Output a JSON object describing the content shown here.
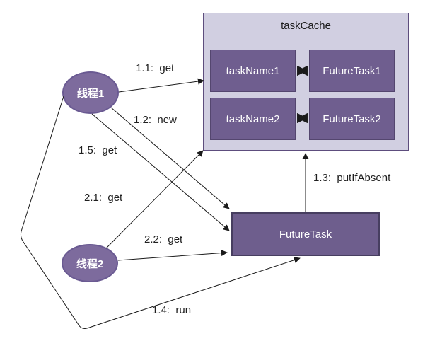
{
  "diagram": {
    "cache": {
      "title": "taskCache",
      "entries": [
        {
          "key": "taskName1",
          "value": "FutureTask1"
        },
        {
          "key": "taskName2",
          "value": "FutureTask2"
        }
      ]
    },
    "actors": [
      {
        "label": "线程1"
      },
      {
        "label": "线程2"
      }
    ],
    "future_task": {
      "label": "FutureTask"
    },
    "edges": [
      {
        "id": "1.1",
        "label": "1.1:  get",
        "from": "线程1",
        "to": "taskCache"
      },
      {
        "id": "1.2",
        "label": "1.2:  new",
        "from": "线程1",
        "to": "FutureTask"
      },
      {
        "id": "1.5",
        "label": "1.5:  get",
        "from": "线程1",
        "to": "FutureTask"
      },
      {
        "id": "2.1",
        "label": "2.1:  get",
        "from": "线程2",
        "to": "taskCache"
      },
      {
        "id": "2.2",
        "label": "2.2:  get",
        "from": "线程2",
        "to": "FutureTask"
      },
      {
        "id": "1.3",
        "label": "1.3:  putIfAbsent",
        "from": "FutureTask",
        "to": "taskCache"
      },
      {
        "id": "1.4",
        "label": "1.4:  run",
        "from": "线程1",
        "to": "FutureTask"
      }
    ],
    "colors": {
      "container_fill": "#d1cfe1",
      "container_border": "#5d4d7d",
      "node_fill": "#6f5e8f",
      "node_border": "#54466f",
      "actor_fill": "#7d6b9d",
      "future_task_fill": "#6e5e8d",
      "future_task_border": "#473e60",
      "line_color": "#1a1a1a",
      "text_on_node": "#ffffff",
      "label_text": "#1f1f1f",
      "background": "#ffffff"
    }
  }
}
